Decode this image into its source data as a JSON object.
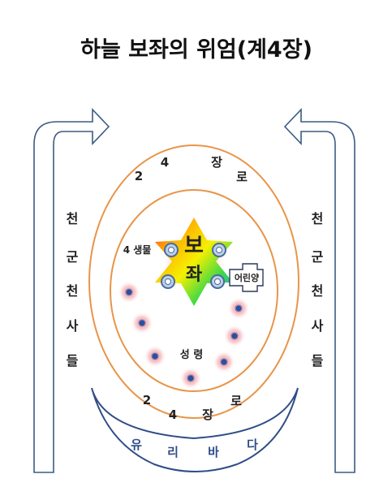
{
  "title": "하늘 보좌의 위엄(계4장)",
  "left_column": [
    "천",
    "군",
    "천",
    "사",
    "들"
  ],
  "right_column": [
    "천",
    "군",
    "천",
    "사",
    "들"
  ],
  "outer_ring_top": [
    "2",
    "4",
    "장",
    "로"
  ],
  "outer_ring_bottom": [
    "2",
    "4",
    "장",
    "로"
  ],
  "throne": [
    "보",
    "좌"
  ],
  "four_creatures_label": "4 생물",
  "lamb_label": "어린양",
  "spirits_label": "성 령",
  "sea_label": [
    "유",
    "리",
    "바",
    "다"
  ],
  "colors": {
    "ring": "#e8954a",
    "arrow_stroke": "#3b5b84",
    "sea": "#2f4d87",
    "spirit_glow": "#f2a2a8",
    "spirit_star": "#2c4fa0"
  }
}
